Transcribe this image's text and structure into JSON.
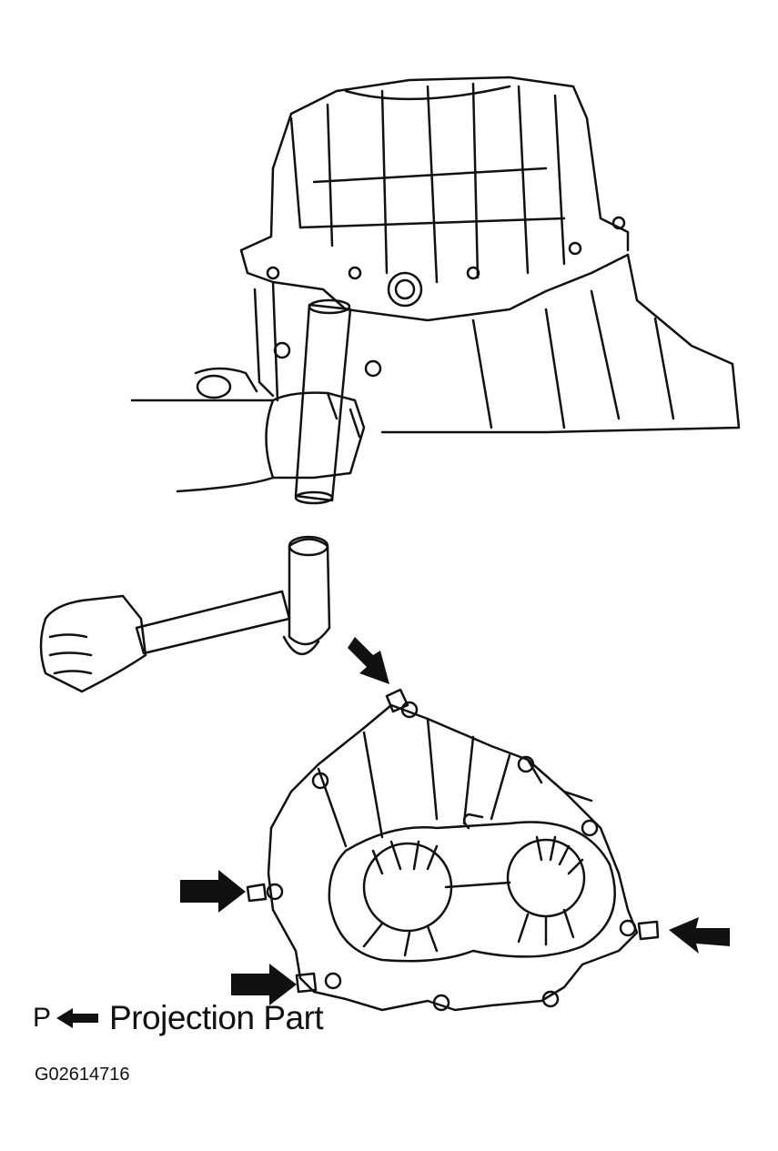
{
  "legend": {
    "key_letter": "P",
    "label": "Projection Part"
  },
  "figure_code": "G02614716",
  "colors": {
    "line": "#111111",
    "arrow": "#111111",
    "background": "#ffffff"
  },
  "icons": {
    "projection_marker": "left-arrow-icon",
    "callout_arrows": "arrow-icon"
  }
}
